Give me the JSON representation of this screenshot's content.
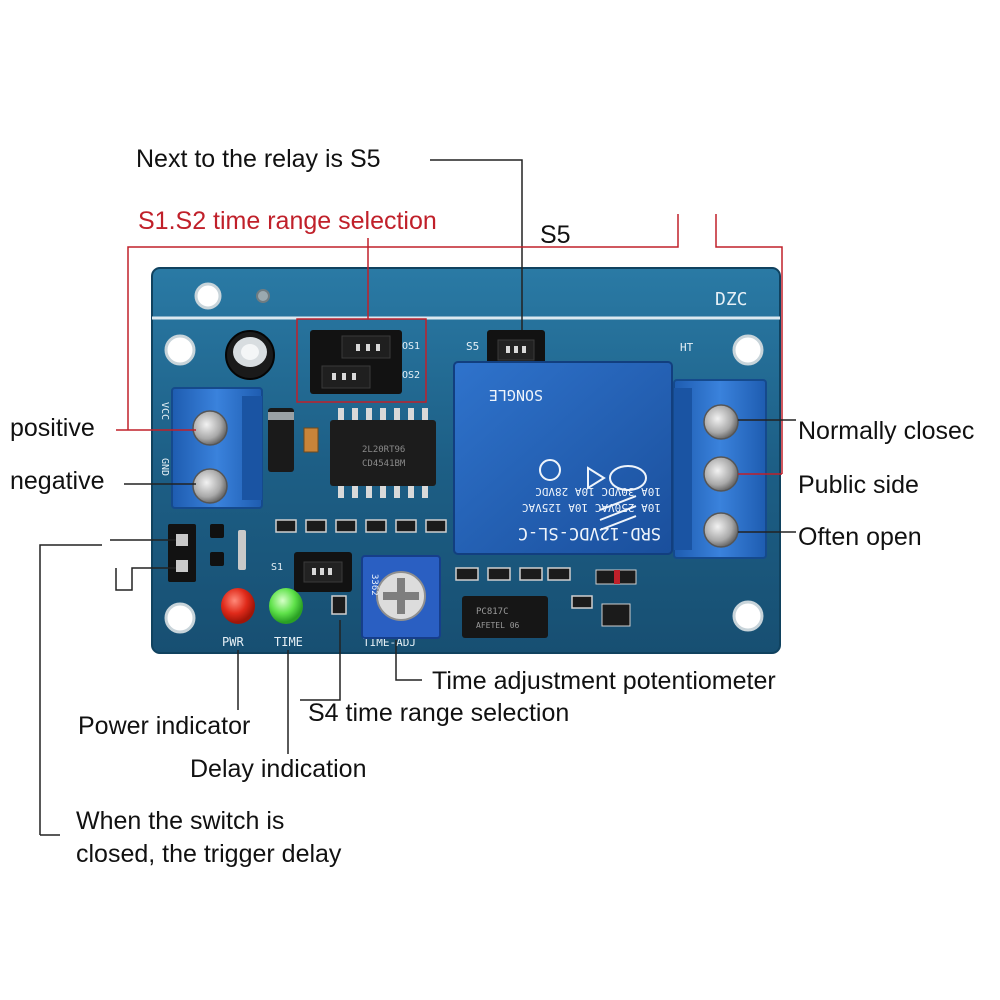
{
  "colors": {
    "pcb": "#1d5f86",
    "pcb_dark": "#0f3e5c",
    "terminal_blue": "#2a6fc9",
    "relay_blue": "#1f5fb8",
    "led_red": "#e02a1a",
    "led_green": "#3bd23b",
    "callout_red": "#c0202a"
  },
  "callouts": {
    "next_to_relay": "Next to the relay is S5",
    "s1_s2_range": "S1.S2 time range selection",
    "s5": "S5",
    "positive": "positive",
    "negative": "negative",
    "normally_closed": "Normally closec",
    "public_side": "Public side",
    "often_open": "Often open",
    "time_adjust_pot": "Time adjustment potentiometer",
    "s4_range": "S4 time range selection",
    "power_indicator": "Power indicator",
    "delay_indication": "Delay indication",
    "switch_closed_line1": "When the switch is",
    "switch_closed_line2": "closed, the trigger delay"
  },
  "board_silkscreen": {
    "brand": "DZC",
    "relay_marking_top": "HT",
    "s5": "S5",
    "os1": "OS1",
    "os2": "OS2",
    "s1": "S1",
    "vcc": "VCC",
    "gnd": "GND",
    "pwr": "PWR",
    "time": "TIME",
    "time_adj": "TIME-ADJ",
    "pot_code": "3362"
  },
  "relay": {
    "model": "SRD-12VDC-SL-C",
    "line1": "10A 250VAC  10A 125VAC",
    "line2": "10A 30VDC   10A 28VDC",
    "brand": "SONGLE"
  },
  "optocoupler": {
    "model": "PC817C",
    "line2": "AFETEL 06"
  },
  "ic": {
    "line1": "2L20RT96",
    "line2": "CD4541BM"
  }
}
